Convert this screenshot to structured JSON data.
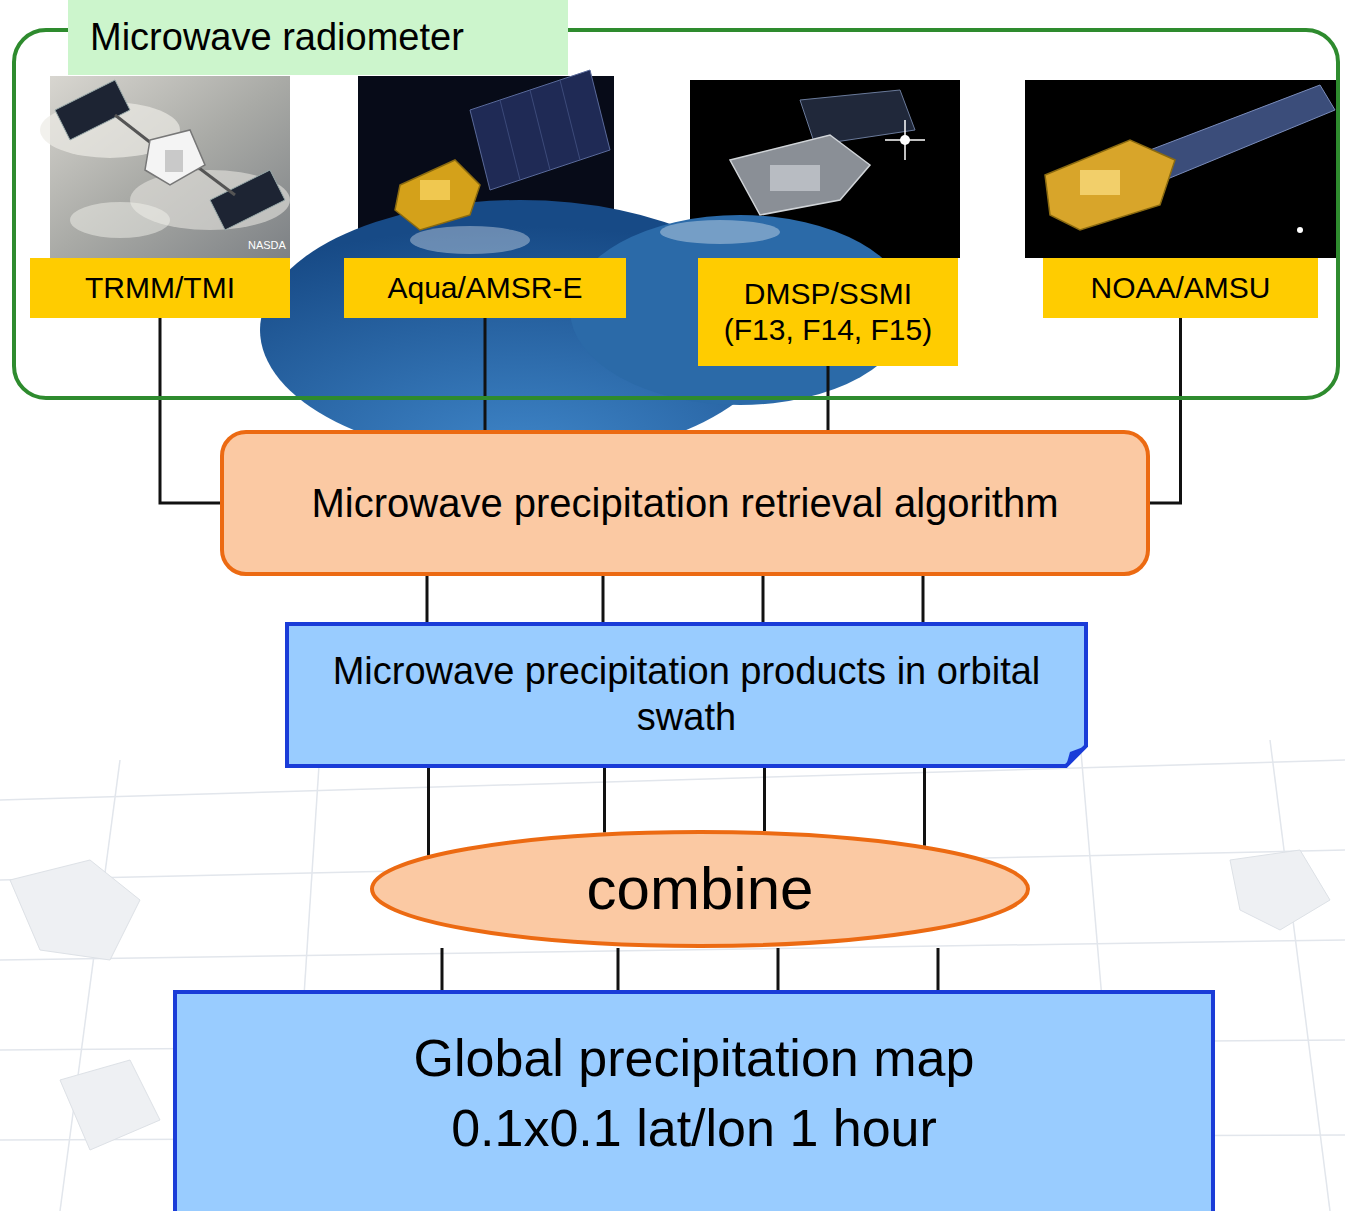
{
  "diagram": {
    "nodes": [
      {
        "text": [
          "Microwave radiometer"
        ]
      },
      {
        "text": [
          "TRMM/TMI"
        ],
        "in": 0
      },
      {
        "text": [
          "Aqua/AMSR-E"
        ],
        "in": 0
      },
      {
        "text": [
          "DMSP/SSMI (F13, F14, F15)"
        ],
        "in": 0
      },
      {
        "text": [
          "NOAA/AMSU"
        ],
        "in": 0
      },
      {
        "text": [
          "Microwave precipitation retrieval algorithm"
        ]
      },
      {
        "text": [
          "Microwave precipitation products in orbital swath"
        ]
      },
      {
        "text": [
          "combine"
        ]
      },
      {
        "text": [
          "Global precipitation map",
          "0.1x0.1 lat/lon 1 hour"
        ]
      }
    ],
    "edges": [
      {
        "from": 1,
        "to": 5,
        "arrow": "none"
      },
      {
        "from": 2,
        "to": 5,
        "arrow": "none"
      },
      {
        "from": 3,
        "to": 5,
        "arrow": "none"
      },
      {
        "from": 4,
        "to": 5,
        "arrow": "none"
      },
      {
        "from": 5,
        "to": 6,
        "arrow": "none"
      },
      {
        "from": 6,
        "to": 7,
        "arrow": "none"
      },
      {
        "from": 7,
        "to": 8,
        "arrow": "none"
      }
    ],
    "labels": [
      "NASDA"
    ]
  }
}
